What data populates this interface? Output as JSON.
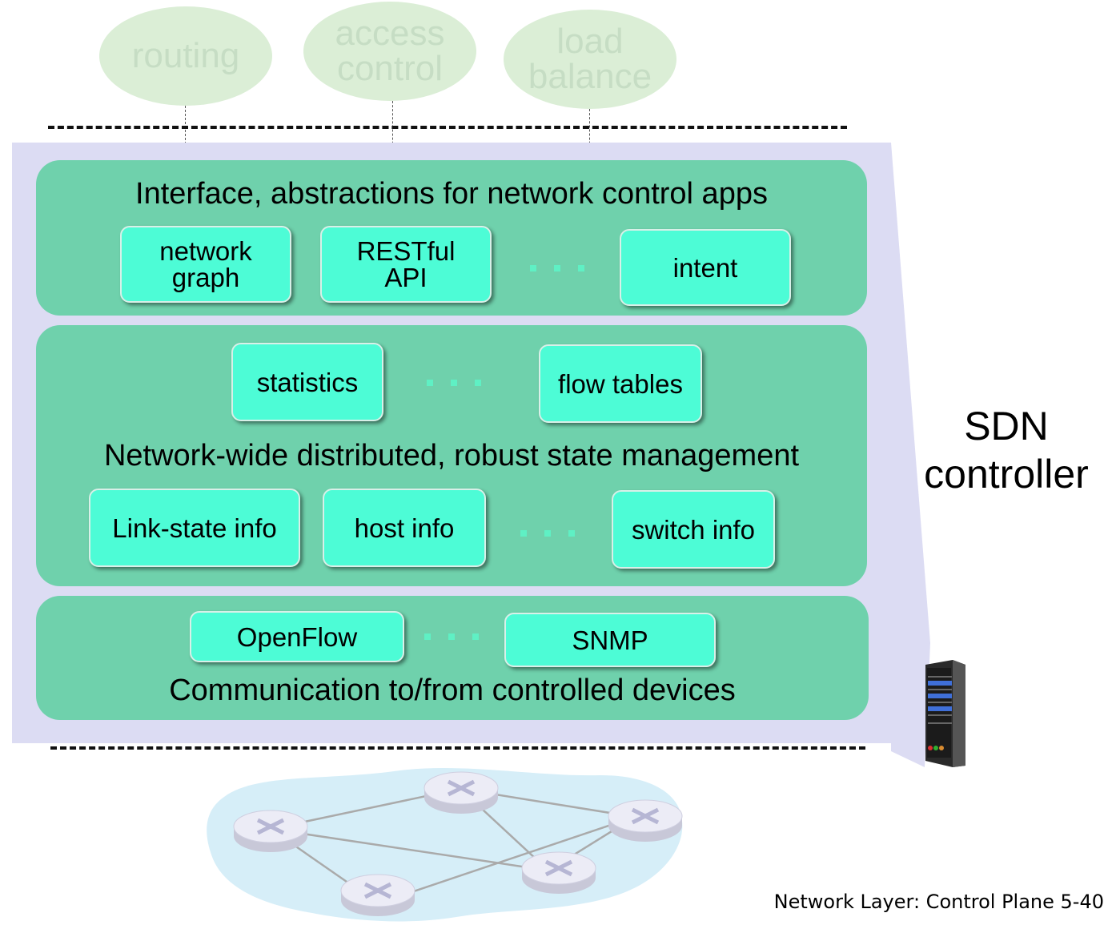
{
  "apps": [
    "routing",
    "access\ncontrol",
    "load\nbalance"
  ],
  "layers": {
    "top": {
      "title": "Interface, abstractions for network control apps",
      "boxes": [
        "network\ngraph",
        "RESTful\nAPI",
        "intent"
      ],
      "ellipsis": "..."
    },
    "middle": {
      "title": "Network-wide distributed, robust  state management",
      "upper_boxes": [
        "statistics",
        "flow tables"
      ],
      "lower_boxes": [
        "Link-state info",
        "host info",
        "switch info"
      ]
    },
    "bottom": {
      "title": "Communication to/from controlled devices",
      "boxes": [
        "OpenFlow",
        "SNMP"
      ]
    }
  },
  "sdn_label": "SDN\ncontroller",
  "footer": "Network Layer: Control Plane  5-40",
  "colors": {
    "controller_bg": "#dcdcf3",
    "layer": "#6fd1ac",
    "box": "#4dfcd6",
    "app_oval": "#dbeed6",
    "cloud": "#d6eef8"
  }
}
